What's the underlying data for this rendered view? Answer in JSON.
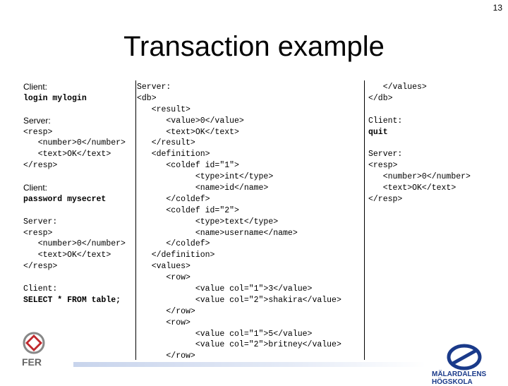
{
  "page_number": "13",
  "title": "Transaction example",
  "col1": [
    {
      "text": "Client:",
      "style": "lbl"
    },
    {
      "text": "login mylogin",
      "style": "bold"
    },
    {
      "text": "",
      "style": "gap"
    },
    {
      "text": "Server:",
      "style": "lbl"
    },
    {
      "text": "<resp>",
      "style": ""
    },
    {
      "text": "   <number>0</number>",
      "style": ""
    },
    {
      "text": "   <text>OK</text>",
      "style": ""
    },
    {
      "text": "</resp>",
      "style": ""
    },
    {
      "text": "",
      "style": "gap"
    },
    {
      "text": "Client:",
      "style": "lbl"
    },
    {
      "text": "password mysecret",
      "style": "bold"
    },
    {
      "text": "",
      "style": "gap"
    },
    {
      "text": "Server:",
      "style": ""
    },
    {
      "text": "<resp>",
      "style": ""
    },
    {
      "text": "   <number>0</number>",
      "style": ""
    },
    {
      "text": "   <text>OK</text>",
      "style": ""
    },
    {
      "text": "</resp>",
      "style": ""
    },
    {
      "text": "",
      "style": "gap"
    },
    {
      "text": "Client:",
      "style": ""
    },
    {
      "text": "SELECT * FROM table;",
      "style": "bold"
    }
  ],
  "col2": [
    {
      "text": "Server:",
      "style": ""
    },
    {
      "text": "<db>",
      "style": ""
    },
    {
      "text": "   <result>",
      "style": ""
    },
    {
      "text": "      <value>0</value>",
      "style": ""
    },
    {
      "text": "      <text>OK</text>",
      "style": ""
    },
    {
      "text": "   </result>",
      "style": ""
    },
    {
      "text": "   <definition>",
      "style": ""
    },
    {
      "text": "      <coldef id=\"1\">",
      "style": ""
    },
    {
      "text": "            <type>int</type>",
      "style": ""
    },
    {
      "text": "            <name>id</name>",
      "style": ""
    },
    {
      "text": "      </coldef>",
      "style": ""
    },
    {
      "text": "      <coldef id=\"2\">",
      "style": ""
    },
    {
      "text": "            <type>text</type>",
      "style": ""
    },
    {
      "text": "            <name>username</name>",
      "style": ""
    },
    {
      "text": "      </coldef>",
      "style": ""
    },
    {
      "text": "   </definition>",
      "style": ""
    },
    {
      "text": "   <values>",
      "style": ""
    },
    {
      "text": "      <row>",
      "style": ""
    },
    {
      "text": "            <value col=\"1\">3</value>",
      "style": ""
    },
    {
      "text": "            <value col=\"2\">shakira</value>",
      "style": ""
    },
    {
      "text": "      </row>",
      "style": ""
    },
    {
      "text": "      <row>",
      "style": ""
    },
    {
      "text": "            <value col=\"1\">5</value>",
      "style": ""
    },
    {
      "text": "            <value col=\"2\">britney</value>",
      "style": ""
    },
    {
      "text": "      </row>",
      "style": ""
    }
  ],
  "col3": [
    {
      "text": "   </values>",
      "style": ""
    },
    {
      "text": "</db>",
      "style": ""
    },
    {
      "text": "",
      "style": "gap"
    },
    {
      "text": "Client:",
      "style": ""
    },
    {
      "text": "quit",
      "style": "bold"
    },
    {
      "text": "",
      "style": "gap"
    },
    {
      "text": "Server:",
      "style": ""
    },
    {
      "text": "<resp>",
      "style": ""
    },
    {
      "text": "   <number>0</number>",
      "style": ""
    },
    {
      "text": "   <text>OK</text>",
      "style": ""
    },
    {
      "text": "</resp>",
      "style": ""
    }
  ],
  "logos": {
    "left": "fer-logo",
    "right": "malardalens-hogskola-logo",
    "right_text": "MÄLARDALENS HÖGSKOLA"
  },
  "colors": {
    "bar": "#c8d4ec",
    "logo_blue": "#1a3a8a",
    "logo_red": "#c0282d"
  }
}
